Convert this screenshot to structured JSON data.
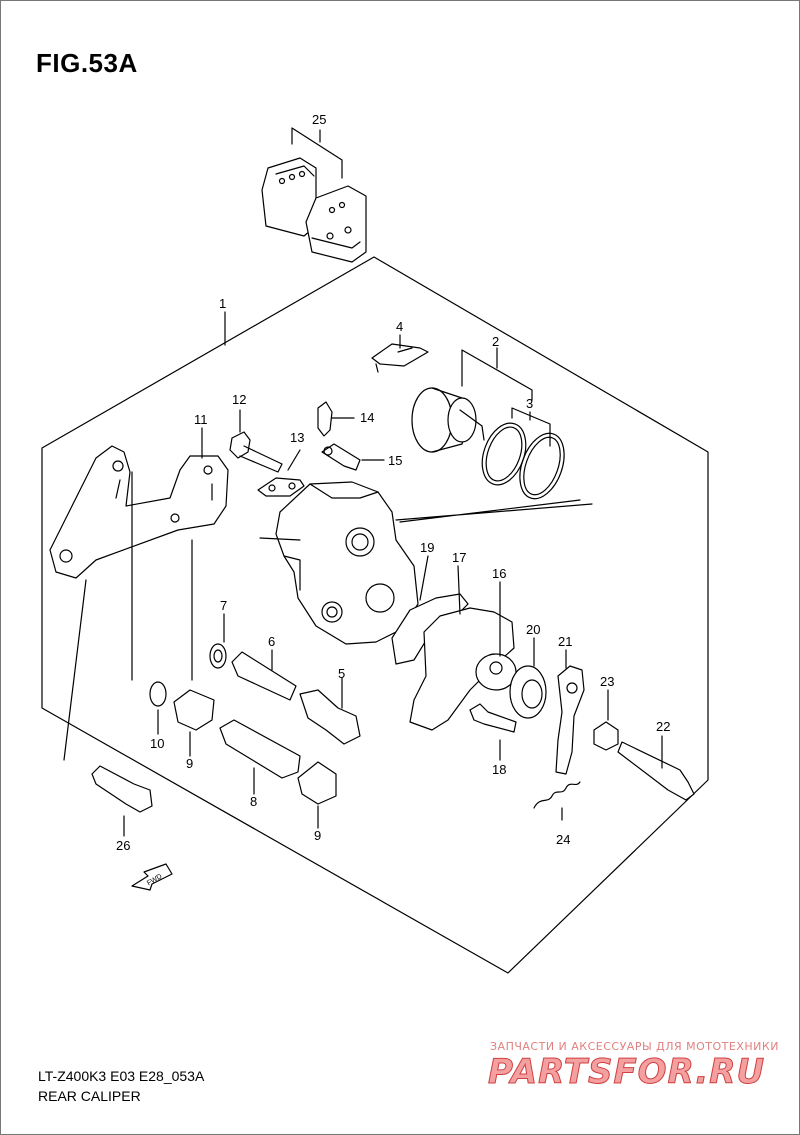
{
  "figure": {
    "title": "FIG.53A",
    "model_code": "LT-Z400K3 E03 E28_053A",
    "name": "REAR CALIPER"
  },
  "callouts": [
    {
      "id": "c1",
      "label": "1"
    },
    {
      "id": "c2",
      "label": "2"
    },
    {
      "id": "c3",
      "label": "3"
    },
    {
      "id": "c4",
      "label": "4"
    },
    {
      "id": "c5",
      "label": "5"
    },
    {
      "id": "c6",
      "label": "6"
    },
    {
      "id": "c7",
      "label": "7"
    },
    {
      "id": "c8",
      "label": "8"
    },
    {
      "id": "c9a",
      "label": "9"
    },
    {
      "id": "c9b",
      "label": "9"
    },
    {
      "id": "c10",
      "label": "10"
    },
    {
      "id": "c11",
      "label": "11"
    },
    {
      "id": "c12",
      "label": "12"
    },
    {
      "id": "c13",
      "label": "13"
    },
    {
      "id": "c14",
      "label": "14"
    },
    {
      "id": "c15",
      "label": "15"
    },
    {
      "id": "c16",
      "label": "16"
    },
    {
      "id": "c17",
      "label": "17"
    },
    {
      "id": "c18",
      "label": "18"
    },
    {
      "id": "c19",
      "label": "19"
    },
    {
      "id": "c20",
      "label": "20"
    },
    {
      "id": "c21",
      "label": "21"
    },
    {
      "id": "c22",
      "label": "22"
    },
    {
      "id": "c23",
      "label": "23"
    },
    {
      "id": "c24",
      "label": "24"
    },
    {
      "id": "c25",
      "label": "25"
    },
    {
      "id": "c26",
      "label": "26"
    }
  ],
  "direction_marker": "FWD",
  "watermark": {
    "tagline": "ЗАПЧАСТИ И АКСЕССУАРЫ ДЛЯ МОТОТЕХНИКИ",
    "logo": "PARTSFOR.RU"
  },
  "colors": {
    "line": "#000000",
    "watermark": "#e05050"
  }
}
